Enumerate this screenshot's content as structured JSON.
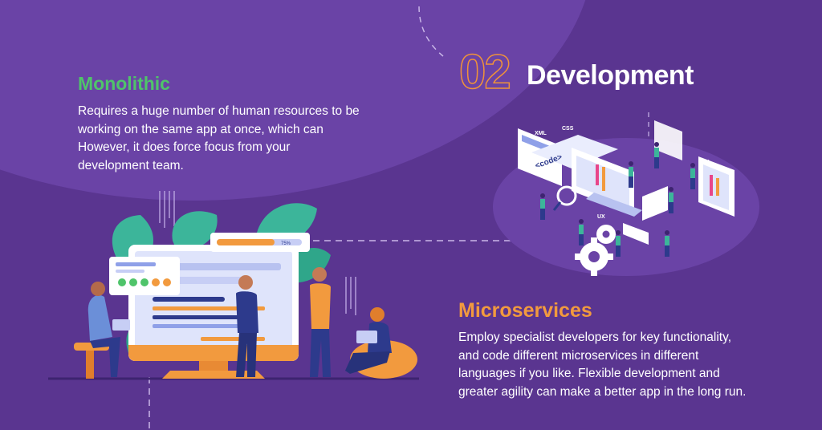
{
  "step": {
    "number": "02",
    "title": "Development"
  },
  "monolithic": {
    "heading": "Monolithic",
    "lines": [
      "Requires a huge number of human resources to be",
      "working on the same app at once, which can",
      "However, it does force focus from your",
      "development team."
    ]
  },
  "microservices": {
    "heading": "Microservices",
    "lines": [
      "Employ specialist developers for key functionality,",
      "and code different microservices in different",
      "languages if you like. Flexible development and",
      "greater agility can make a better app in the long run."
    ]
  },
  "illustration": {
    "code_tag": "<code>",
    "tags": [
      "XML",
      "CSS",
      "UX",
      "UX"
    ],
    "progress_label": "75%"
  },
  "colors": {
    "background": "#5a3590",
    "monolithic_heading": "#4fc46a",
    "microservices_heading": "#f29a3e",
    "step_outline": "#f0923a",
    "text": "#ffffff"
  }
}
